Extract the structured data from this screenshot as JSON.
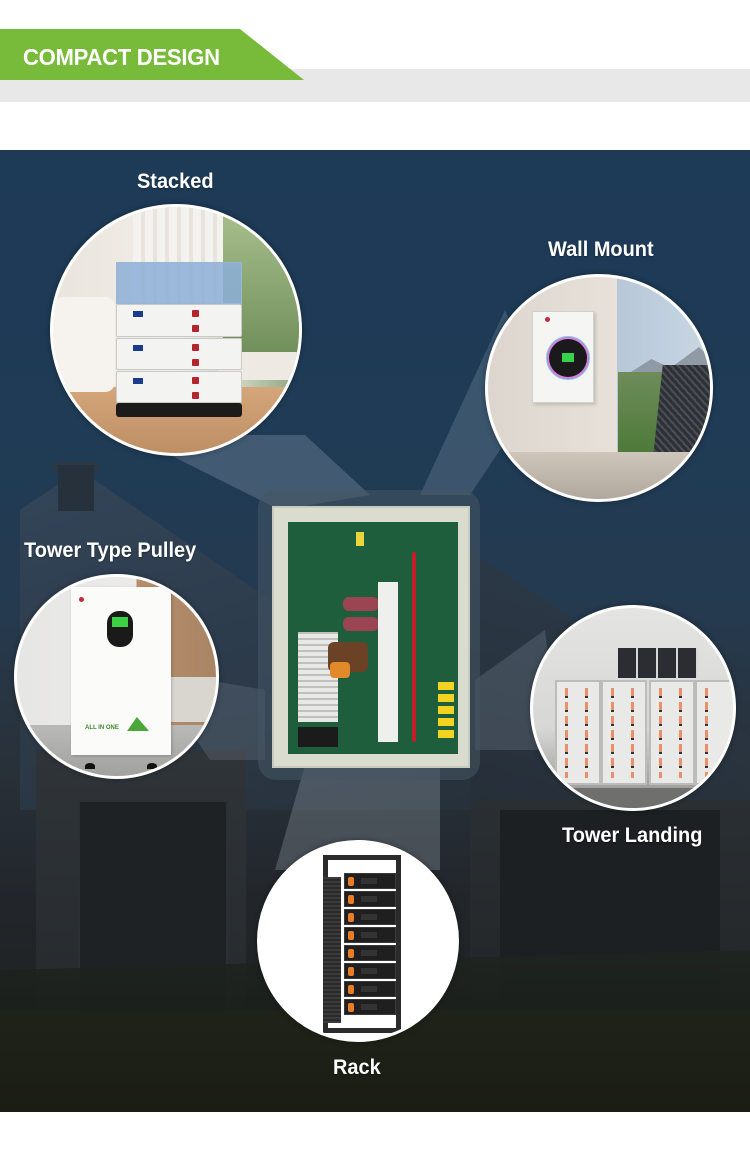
{
  "header": {
    "title": "COMPACT DESIGN",
    "accent_color": "#78ba39",
    "strip_color": "#e8e8e8"
  },
  "banner": {
    "background_color": "#1d3a57",
    "center_product": "inverter-internal-view",
    "installation_types": [
      {
        "id": "stacked",
        "label": "Stacked",
        "image": "stacked-battery-modules"
      },
      {
        "id": "wall-mount",
        "label": "Wall Mount",
        "image": "wall-mounted-inverter"
      },
      {
        "id": "tower-type-pulley",
        "label": "Tower Type Pulley",
        "image": "all-in-one-tower-unit",
        "product_text": "ALL IN ONE"
      },
      {
        "id": "tower-landing",
        "label": "Tower Landing",
        "image": "floor-standing-battery-cabinets"
      },
      {
        "id": "rack",
        "label": "Rack",
        "image": "rack-mounted-battery-modules"
      }
    ]
  }
}
